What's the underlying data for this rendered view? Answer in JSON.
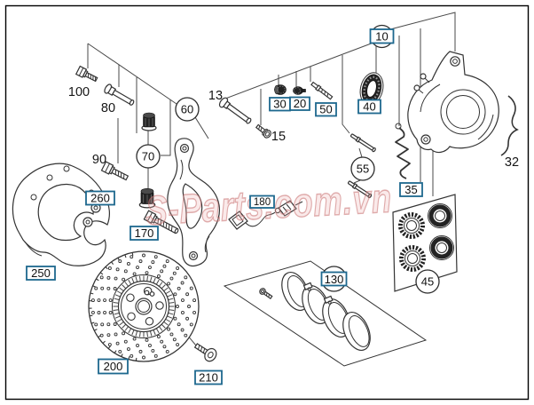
{
  "diagram": {
    "kind": "exploded-parts-diagram"
  },
  "watermark": {
    "text": "S-Parts.com.vn",
    "color": "#c86a6a"
  },
  "colors": {
    "line": "#333333",
    "label_box_border": "#1d688e",
    "background": "#ffffff",
    "outer_border": "#000000",
    "dark_fill": "#232323"
  },
  "labels": {
    "l10": "10",
    "l13": "13",
    "l15": "15",
    "l20": "20",
    "l30": "30",
    "l32": "32",
    "l35": "35",
    "l40": "40",
    "l45": "45",
    "l50": "50",
    "l55": "55",
    "l60": "60",
    "l70": "70",
    "l80": "80",
    "l90": "90",
    "l100": "100",
    "l130": "130",
    "l170": "170",
    "l180": "180",
    "l200": "200",
    "l210": "210",
    "l250": "250",
    "l260": "260"
  }
}
